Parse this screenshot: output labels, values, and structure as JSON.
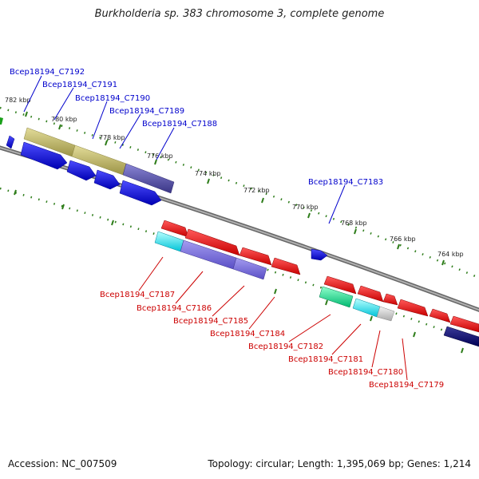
{
  "title": "Burkholderia sp. 383 chromosome 3, complete genome",
  "footer": {
    "accession": "Accession: NC_007509",
    "summary": "Topology: circular; Length: 1,395,069 bp; Genes: 1,214"
  },
  "ruler_labels": [
    "782 kbp",
    "780 kbp",
    "778 kbp",
    "776 kbp",
    "774 kbp",
    "772 kbp",
    "770 kbp",
    "768 kbp",
    "766 kbp",
    "764 kbp"
  ],
  "colors": {
    "forward_label": "#0000cc",
    "reverse_label": "#cc0000",
    "backbone": "#888888",
    "tick": "#2e7d1a"
  },
  "forward_genes": [
    "Bcep18194_C7192",
    "Bcep18194_C7191",
    "Bcep18194_C7190",
    "Bcep18194_C7189",
    "Bcep18194_C7188",
    "Bcep18194_C7183"
  ],
  "reverse_genes": [
    "Bcep18194_C7187",
    "Bcep18194_C7186",
    "Bcep18194_C7185",
    "Bcep18194_C7184",
    "Bcep18194_C7182",
    "Bcep18194_C7181",
    "Bcep18194_C7180",
    "Bcep18194_C7179"
  ]
}
